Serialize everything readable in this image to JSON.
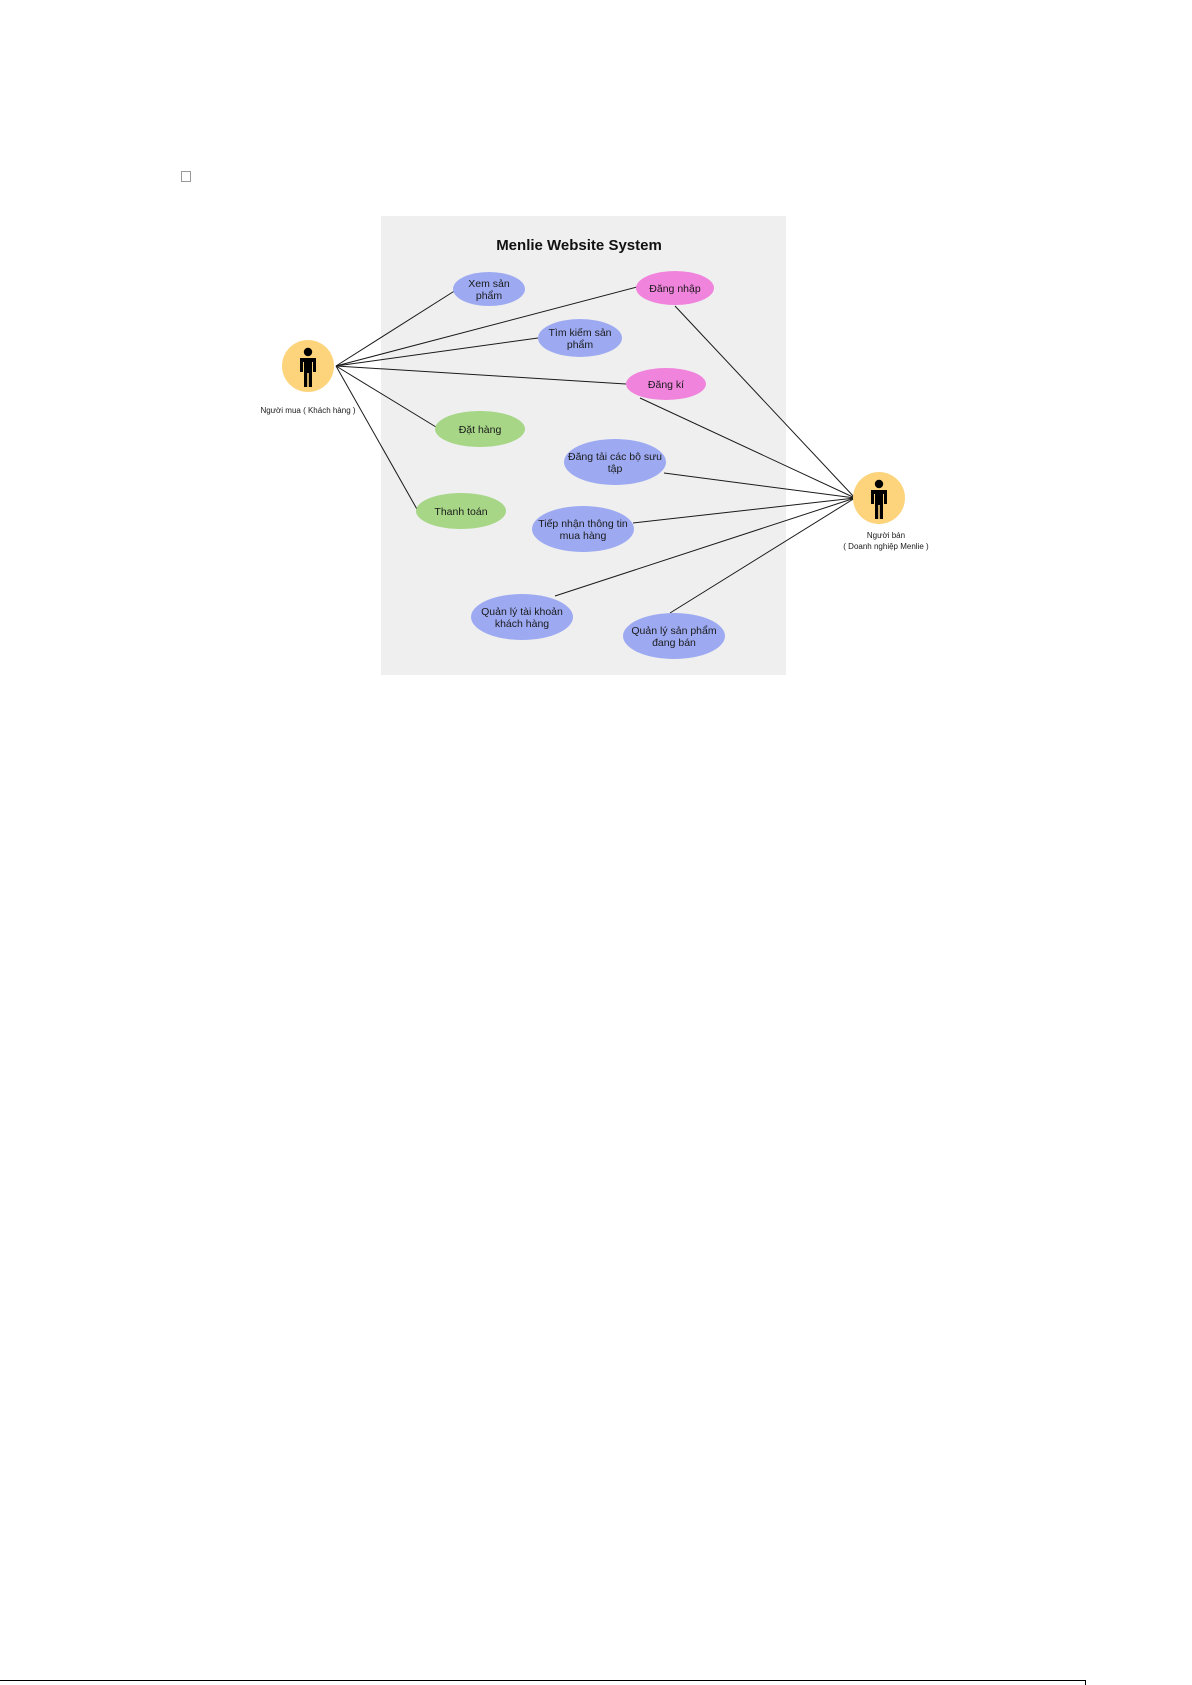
{
  "diagram": {
    "title": "Menlie Website System",
    "actors": [
      {
        "id": "buyer",
        "label_lines": [
          "Người mua ( Khách hàng )"
        ]
      },
      {
        "id": "seller",
        "label_lines": [
          "Người bán",
          "( Doanh nghiệp Menlie )"
        ]
      }
    ],
    "use_cases": [
      {
        "id": "view",
        "lines": [
          "Xem sản",
          "phẩm"
        ],
        "color": "#9daaf2"
      },
      {
        "id": "login",
        "lines": [
          "Đăng nhập"
        ],
        "color": "#f083dc"
      },
      {
        "id": "search",
        "lines": [
          "Tìm kiếm sản",
          "phẩm"
        ],
        "color": "#9daaf2"
      },
      {
        "id": "register",
        "lines": [
          "Đăng kí"
        ],
        "color": "#f083dc"
      },
      {
        "id": "order",
        "lines": [
          "Đặt hàng"
        ],
        "color": "#a6d686"
      },
      {
        "id": "upload",
        "lines": [
          "Đăng tải các bộ sưu",
          "tập"
        ],
        "color": "#9daaf2"
      },
      {
        "id": "pay",
        "lines": [
          "Thanh toán"
        ],
        "color": "#a6d686"
      },
      {
        "id": "receive",
        "lines": [
          "Tiếp nhận thông tin",
          "mua hàng"
        ],
        "color": "#9daaf2"
      },
      {
        "id": "accounts",
        "lines": [
          "Quản lý tài khoản",
          "khách hàng"
        ],
        "color": "#9daaf2"
      },
      {
        "id": "products",
        "lines": [
          "Quản lý sản phẩm",
          "đang bán"
        ],
        "color": "#9daaf2"
      }
    ],
    "associations": [
      [
        "buyer",
        "view"
      ],
      [
        "buyer",
        "login"
      ],
      [
        "buyer",
        "search"
      ],
      [
        "buyer",
        "register"
      ],
      [
        "buyer",
        "order"
      ],
      [
        "buyer",
        "pay"
      ],
      [
        "seller",
        "login"
      ],
      [
        "seller",
        "register"
      ],
      [
        "seller",
        "upload"
      ],
      [
        "seller",
        "receive"
      ],
      [
        "seller",
        "accounts"
      ],
      [
        "seller",
        "products"
      ]
    ],
    "colors": {
      "system_bg": "#efefef",
      "actor_circle": "#fdd47b",
      "line": "#1a1a1a"
    }
  }
}
